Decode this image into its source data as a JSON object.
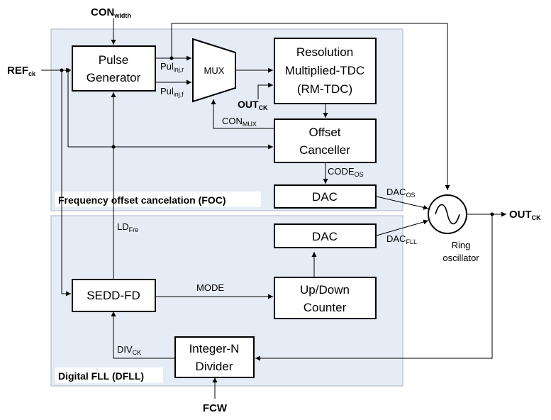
{
  "inputs": {
    "con_width": {
      "main": "CON",
      "sub": "width"
    },
    "ref_ck": {
      "main": "REF",
      "sub": "ck"
    },
    "fcw": "FCW"
  },
  "output": {
    "main": "OUT",
    "sub": "CK"
  },
  "regions": {
    "foc_caption": "Frequency offset cancelation (FOC)",
    "dfll_caption": "Digital FLL (DFLL)"
  },
  "blocks": {
    "pulse_generator": [
      "Pulse",
      "Generator"
    ],
    "mux": "MUX",
    "rm_tdc": [
      "Resolution",
      "Multiplied-TDC",
      "(RM-TDC)"
    ],
    "offset_canceller": [
      "Offset",
      "Canceller"
    ],
    "dac_top": "DAC",
    "dac_bottom": "DAC",
    "sedd_fd": "SEDD-FD",
    "up_down_counter": [
      "Up/Down",
      "Counter"
    ],
    "integer_n_divider": [
      "Integer-N",
      "Divider"
    ],
    "ring_oscillator": [
      "Ring",
      "oscillator"
    ]
  },
  "signals": {
    "pul_inj_r": {
      "main": "Pul",
      "sub": "inj,r"
    },
    "pul_inj_f": {
      "main": "Pul",
      "sub": "inj,f"
    },
    "out_ck_tdc": {
      "main": "OUT",
      "sub": "CK"
    },
    "con_mux": {
      "main": "CON",
      "sub": "MUX"
    },
    "code_os": {
      "main": "CODE",
      "sub": "OS"
    },
    "dac_os": {
      "main": "DAC",
      "sub": "OS"
    },
    "dac_fll": {
      "main": "DAC",
      "sub": "FLL"
    },
    "ld_fre": {
      "main": "LD",
      "sub": "Fre"
    },
    "mode": "MODE",
    "div_ck": {
      "main": "DIV",
      "sub": "CK"
    }
  }
}
